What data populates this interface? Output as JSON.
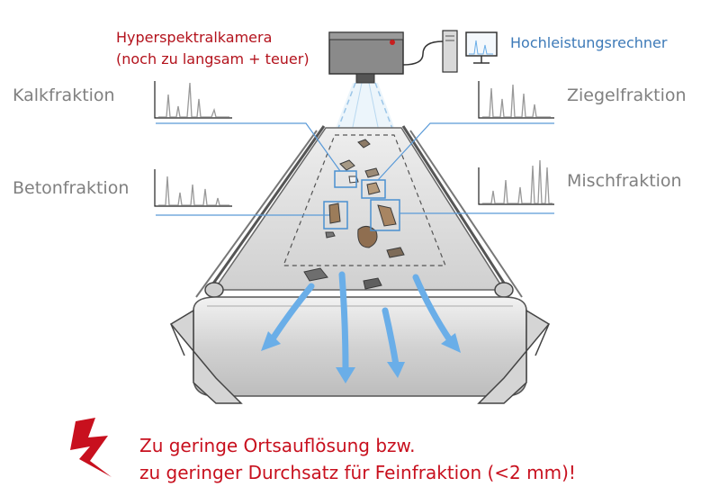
{
  "camera": {
    "line1": "Hyperspektralkamera",
    "line2": "(noch zu langsam + teuer)"
  },
  "computer": {
    "label": "Hochleistungsrechner"
  },
  "fractions": {
    "kalk": "Kalkfraktion",
    "beton": "Betonfraktion",
    "ziegel": "Ziegelfraktion",
    "misch": "Mischfraktion"
  },
  "warning": {
    "line1": "Zu geringe Ortsauflösung bzw.",
    "line2": "zu geringer Durchsatz für Feinfraktion (<2 mm)!"
  },
  "colors": {
    "red_text": "#b3121c",
    "warning_red": "#c8101e",
    "blue_text": "#3d7ab8",
    "gray_text": "#808080",
    "arrow_blue": "#6aaee8",
    "belt_gray": "#d9d9d9",
    "camera_gray": "#8a8a8a"
  },
  "icons": [
    "camera-icon",
    "computer-icon",
    "lightning-icon"
  ]
}
